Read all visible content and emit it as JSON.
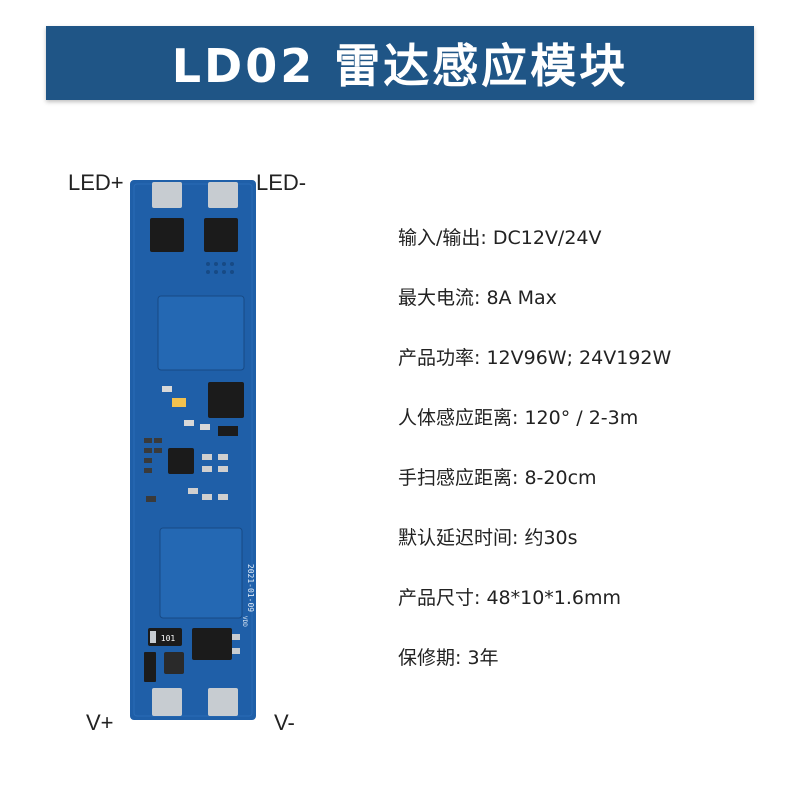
{
  "title": "LD02 雷达感应模块",
  "pins": {
    "led_plus": "LED+",
    "led_minus": "LED-",
    "v_plus": "V+",
    "v_minus": "V-"
  },
  "board": {
    "date_marking": "2021-01-09",
    "resistor_code": "101",
    "vdd_marking": "VDD",
    "colors": {
      "pcb": "#1f5fa8",
      "pcb_dark": "#174a85",
      "pad": "#c7ccd1",
      "chip": "#1b1b1b"
    }
  },
  "specs": [
    {
      "label": "输入/输出:",
      "value": "DC12V/24V"
    },
    {
      "label": "最大电流:",
      "value": "8A Max"
    },
    {
      "label": "产品功率:",
      "value": "12V96W; 24V192W"
    },
    {
      "label": "人体感应距离:",
      "value": "120° / 2-3m"
    },
    {
      "label": "手扫感应距离:",
      "value": "8-20cm"
    },
    {
      "label": "默认延迟时间:",
      "value": "约30s"
    },
    {
      "label": "产品尺寸:",
      "value": "48*10*1.6mm"
    },
    {
      "label": "保修期:",
      "value": "3年"
    }
  ]
}
